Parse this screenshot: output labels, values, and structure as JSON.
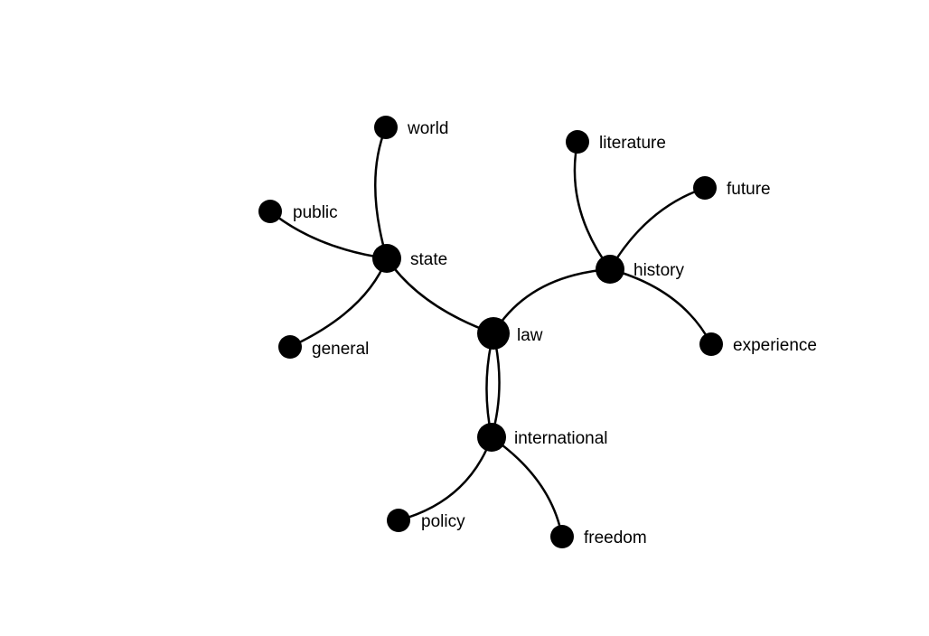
{
  "graph": {
    "nodes": [
      {
        "id": "law",
        "label": "law",
        "rank": "major"
      },
      {
        "id": "state",
        "label": "state",
        "rank": "hub"
      },
      {
        "id": "history",
        "label": "history",
        "rank": "hub"
      },
      {
        "id": "international",
        "label": "international",
        "rank": "hub"
      },
      {
        "id": "world",
        "label": "world",
        "rank": "leaf"
      },
      {
        "id": "public",
        "label": "public",
        "rank": "leaf"
      },
      {
        "id": "general",
        "label": "general",
        "rank": "leaf"
      },
      {
        "id": "literature",
        "label": "literature",
        "rank": "leaf"
      },
      {
        "id": "future",
        "label": "future",
        "rank": "leaf"
      },
      {
        "id": "experience",
        "label": "experience",
        "rank": "leaf"
      },
      {
        "id": "policy",
        "label": "policy",
        "rank": "leaf"
      },
      {
        "id": "freedom",
        "label": "freedom",
        "rank": "leaf"
      }
    ],
    "edges": [
      {
        "source": "law",
        "target": "state"
      },
      {
        "source": "law",
        "target": "history"
      },
      {
        "source": "law",
        "target": "international"
      },
      {
        "source": "international",
        "target": "law"
      },
      {
        "source": "state",
        "target": "world"
      },
      {
        "source": "state",
        "target": "public"
      },
      {
        "source": "state",
        "target": "general"
      },
      {
        "source": "history",
        "target": "literature"
      },
      {
        "source": "history",
        "target": "future"
      },
      {
        "source": "history",
        "target": "experience"
      },
      {
        "source": "international",
        "target": "policy"
      },
      {
        "source": "international",
        "target": "freedom"
      }
    ],
    "colors": {
      "node": "#000000",
      "edge": "#000000",
      "background": "#ffffff"
    }
  }
}
